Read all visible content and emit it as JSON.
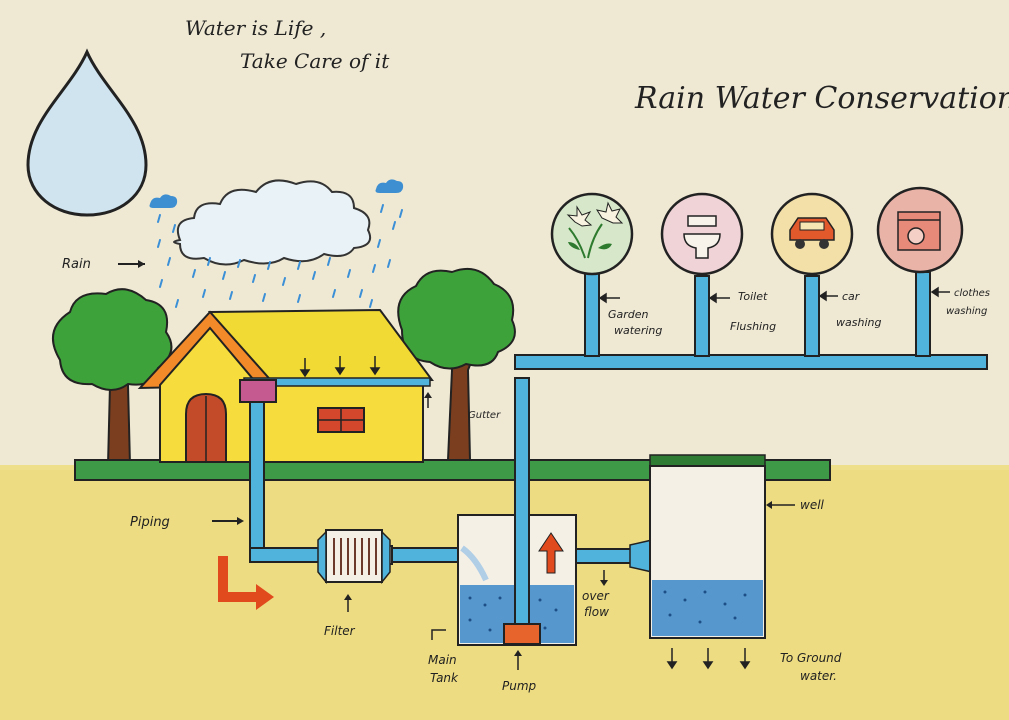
{
  "slogan": {
    "line1": "Water is Life ,",
    "line2": "Take Care of it"
  },
  "title": "Rain Water Conservation",
  "labels": {
    "rain": "Rain",
    "gutter": "Gutter",
    "piping": "Piping",
    "filter": "Filter",
    "main_tank_1": "Main",
    "main_tank_2": "Tank",
    "pump": "Pump",
    "overflow_1": "over",
    "overflow_2": "flow",
    "well": "well",
    "ground_1": "To Ground",
    "ground_2": "water.",
    "garden_1": "Garden",
    "garden_2": "watering",
    "toilet_1": "Toilet",
    "toilet_2": "Flushing",
    "car_1": "car",
    "car_2": "washing",
    "clothes_1": "clothes",
    "clothes_2": "washing"
  },
  "colors": {
    "paper": "#efe9d4",
    "ground": "#eedf8a",
    "pipe": "#4fb3dc",
    "grass": "#3f9a48",
    "roof": "#f2da35",
    "wall": "#f6dc3c",
    "door": "#c34b2a",
    "water": "#3a87c9",
    "tree": "#3ea23b",
    "trunk": "#7b3e1e"
  }
}
